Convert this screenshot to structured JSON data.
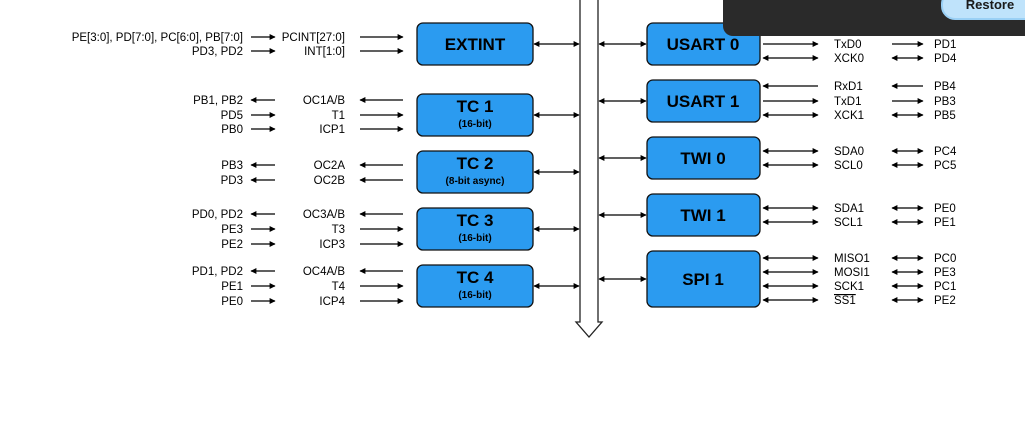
{
  "popup": {
    "restore_label": "Restore"
  },
  "blocks": [
    {
      "id": "extint",
      "title": "EXTINT",
      "subtitle": ""
    },
    {
      "id": "tc1",
      "title": "TC 1",
      "subtitle": "(16-bit)"
    },
    {
      "id": "tc2",
      "title": "TC 2",
      "subtitle": "(8-bit async)"
    },
    {
      "id": "tc3",
      "title": "TC 3",
      "subtitle": "(16-bit)"
    },
    {
      "id": "tc4",
      "title": "TC 4",
      "subtitle": "(16-bit)"
    },
    {
      "id": "usart0",
      "title": "USART 0",
      "subtitle": ""
    },
    {
      "id": "usart1",
      "title": "USART 1",
      "subtitle": ""
    },
    {
      "id": "twi0",
      "title": "TWI 0",
      "subtitle": ""
    },
    {
      "id": "twi1",
      "title": "TWI 1",
      "subtitle": ""
    },
    {
      "id": "spi1",
      "title": "SPI 1",
      "subtitle": ""
    }
  ],
  "left_signals": [
    {
      "pins": "PE[3:0], PD[7:0], PC[6:0], PB[7:0]",
      "signal": "PCINT[27:0]",
      "dir": "in"
    },
    {
      "pins": "PD3, PD2",
      "signal": "INT[1:0]",
      "dir": "in"
    },
    {
      "pins": "PB1, PB2",
      "signal": "OC1A/B",
      "dir": "out"
    },
    {
      "pins": "PD5",
      "signal": "T1",
      "dir": "in"
    },
    {
      "pins": "PB0",
      "signal": "ICP1",
      "dir": "in"
    },
    {
      "pins": "PB3",
      "signal": "OC2A",
      "dir": "out"
    },
    {
      "pins": "PD3",
      "signal": "OC2B",
      "dir": "out"
    },
    {
      "pins": "PD0, PD2",
      "signal": "OC3A/B",
      "dir": "out"
    },
    {
      "pins": "PE3",
      "signal": "T3",
      "dir": "in"
    },
    {
      "pins": "PE2",
      "signal": "ICP3",
      "dir": "in"
    },
    {
      "pins": "PD1, PD2",
      "signal": "OC4A/B",
      "dir": "out"
    },
    {
      "pins": "PE1",
      "signal": "T4",
      "dir": "in"
    },
    {
      "pins": "PE0",
      "signal": "ICP4",
      "dir": "in"
    }
  ],
  "right_signals": [
    {
      "signal": "TxD0",
      "pin": "PD1",
      "dir": "out"
    },
    {
      "signal": "XCK0",
      "pin": "PD4",
      "dir": "bidir"
    },
    {
      "signal": "RxD1",
      "pin": "PB4",
      "dir": "in"
    },
    {
      "signal": "TxD1",
      "pin": "PB3",
      "dir": "out"
    },
    {
      "signal": "XCK1",
      "pin": "PB5",
      "dir": "bidir"
    },
    {
      "signal": "SDA0",
      "pin": "PC4",
      "dir": "bidir"
    },
    {
      "signal": "SCL0",
      "pin": "PC5",
      "dir": "bidir"
    },
    {
      "signal": "SDA1",
      "pin": "PE0",
      "dir": "bidir"
    },
    {
      "signal": "SCL1",
      "pin": "PE1",
      "dir": "bidir"
    },
    {
      "signal": "MISO1",
      "pin": "PC0",
      "dir": "bidir"
    },
    {
      "signal": "MOSI1",
      "pin": "PE3",
      "dir": "bidir"
    },
    {
      "signal": "SCK1",
      "pin": "PC1",
      "dir": "bidir"
    },
    {
      "signal": "SS1",
      "pin": "PE2",
      "dir": "bidir",
      "overline": true
    }
  ]
}
